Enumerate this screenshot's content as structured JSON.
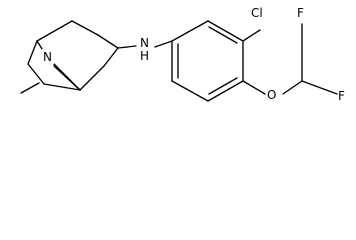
{
  "molecule": {
    "atom_labels": {
      "n_amine": "N",
      "nh_amine": "H",
      "n_bridge": "N",
      "chlorine": "Cl",
      "oxygen": "O",
      "fluorine_top": "F",
      "fluorine_bottom": "F"
    },
    "line_color": "#000000",
    "background": "#ffffff"
  }
}
